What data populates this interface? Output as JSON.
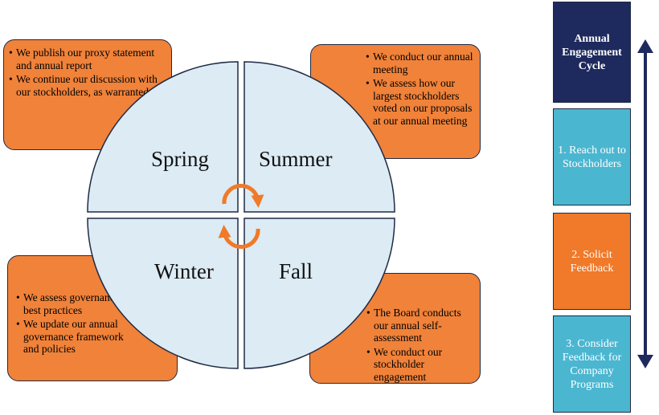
{
  "seasons": {
    "spring": "Spring",
    "summer": "Summer",
    "winter": "Winter",
    "fall": "Fall"
  },
  "boxes": {
    "spring": [
      "We publish our proxy statement and annual report",
      "We continue our discussion with our stockholders, as warranted"
    ],
    "summer": [
      "We conduct our annual meeting",
      "We assess how our largest stockholders voted on our proposals at our annual meeting"
    ],
    "winter": [
      "We assess governance best practices",
      "We update our annual governance framework and policies"
    ],
    "fall": [
      "The Board conducts our annual self-assessment",
      "We conduct our stockholder engagement"
    ]
  },
  "sidebar": {
    "title": "Annual Engagement Cycle",
    "steps": [
      "1. Reach out to Stockholders",
      "2. Solicit Feedback",
      "3. Consider Feedback for Company Programs"
    ]
  },
  "colors": {
    "orange": "#f0823a",
    "circle_fill": "#dcebf4",
    "navy": "#1e2a5e",
    "cyan": "#4bb6d0"
  }
}
